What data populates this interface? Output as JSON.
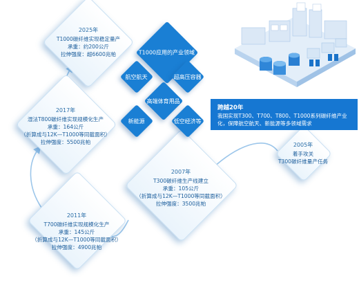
{
  "milestones": [
    {
      "year": "2025年",
      "lines": [
        "T1000碳纤维实现稳定量产",
        "承重：约200公斤",
        "拉伸强度：超6600兆帕"
      ]
    },
    {
      "year": "2017年",
      "lines": [
        "湿法T800碳纤维实现规模化生产",
        "承重：164公斤",
        "（折算成与12K—T1000等同截面积）",
        "拉伸强度：5500兆帕"
      ]
    },
    {
      "year": "2011年",
      "lines": [
        "T700碳纤维实现规模化生产",
        "承重：145公斤",
        "（折算成与12K—T1000等同截面积）",
        "拉伸强度：4900兆帕"
      ]
    },
    {
      "year": "2007年",
      "lines": [
        "T300碳纤维生产线建立",
        "承重：105公斤",
        "（折算成与12K—T1000等同截面积）",
        "拉伸强度：3500兆帕"
      ]
    },
    {
      "year": "2005年",
      "lines": [
        "着手攻关",
        "T300碳纤维量产任务"
      ]
    }
  ],
  "applications": {
    "title": "T1000应用的产业领域",
    "items": [
      "航空航天",
      "超高压容器",
      "高端体育用品",
      "新能源",
      "低空经济等"
    ]
  },
  "summary": {
    "title": "跨越20年",
    "text": "我国实现T300、T700、T800、T1000系列碳纤维产业化，保障航空航天、新能源等多领域需求"
  },
  "colors": {
    "accent": "#1677d2",
    "text": "#1c5e9c",
    "arrow": "#9cc6ea"
  }
}
